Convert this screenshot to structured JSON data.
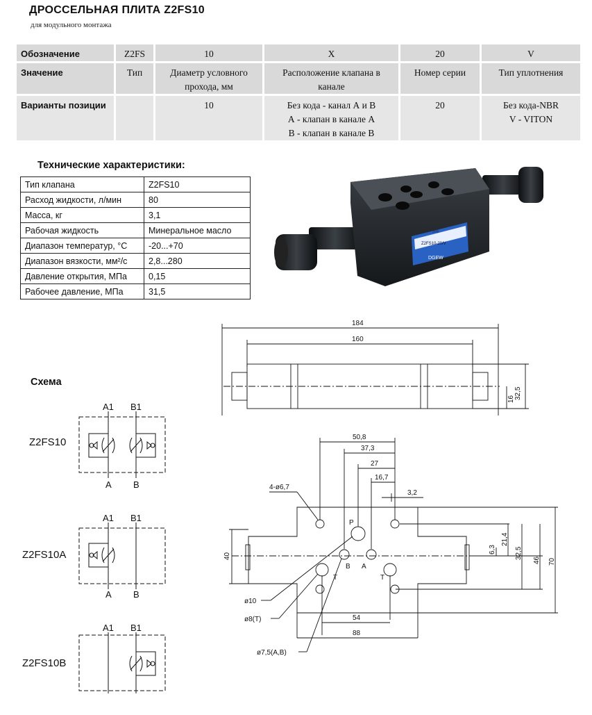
{
  "header": {
    "title": "ДРОССЕЛЬНАЯ ПЛИТА Z2FS10",
    "subtitle": "для модульного монтажа"
  },
  "designation": {
    "rows": [
      {
        "label": "Обозначение",
        "cells": [
          "Z2FS",
          "10",
          "X",
          "20",
          "V"
        ]
      },
      {
        "label": "Значение",
        "cells": [
          "Тип",
          "Диаметр условного прохода, мм",
          "Расположение клапана в канале",
          "Номер серии",
          "Тип уплотнения"
        ]
      },
      {
        "label": "Варианты позиции",
        "cells": [
          "",
          "10",
          "Без кода - канал А и В\nА - клапан в канале А\nВ - клапан в канале В",
          "20",
          "Без кода-NBR\nV - VITON"
        ]
      }
    ]
  },
  "specs": {
    "title": "Технические характеристики:",
    "rows": [
      {
        "k": "Тип клапана",
        "v": "Z2FS10"
      },
      {
        "k": "Расход жидкости, л/мин",
        "v": "80"
      },
      {
        "k": "Масса, кг",
        "v": "3,1"
      },
      {
        "k": "Рабочая жидкость",
        "v": "Минеральное масло"
      },
      {
        "k": "Диапазон температур, °С",
        "v": "-20...+70"
      },
      {
        "k": "Диапазон вязкости, мм²/с",
        "v": "2,8...280"
      },
      {
        "k": "Давление открытия, МПа",
        "v": "0,15"
      },
      {
        "k": "Рабочее давление, МПа",
        "v": "31,5"
      }
    ]
  },
  "scheme": {
    "title": "Схема",
    "items": [
      {
        "name": "Z2FS10",
        "top_ports": [
          "A1",
          "B1"
        ],
        "bottom_ports": [
          "A",
          "B"
        ]
      },
      {
        "name": "Z2FS10A",
        "top_ports": [
          "A1",
          "B1"
        ],
        "bottom_ports": [
          "A",
          "B"
        ]
      },
      {
        "name": "Z2FS10B",
        "top_ports": [
          "A1",
          "B1"
        ],
        "bottom_ports": []
      }
    ]
  },
  "drawing_side": {
    "dims": [
      "184",
      "160",
      "32,5",
      "16"
    ]
  },
  "drawing_top": {
    "dims": [
      "50,8",
      "37,3",
      "27",
      "16,7",
      "3,2",
      "4-ø6,7",
      "6,3",
      "21,4",
      "32,5",
      "46",
      "70",
      "40",
      "54",
      "88"
    ],
    "callouts": [
      "ø10",
      "ø8(T)",
      "ø7,5(A,B)"
    ],
    "ports": [
      "P",
      "B",
      "A",
      "T",
      "T"
    ]
  },
  "photo": {
    "plate_label_small": "ZFE",
    "plate_label_main": "Z2FS10-20/V",
    "plate_brand": "DGEW"
  }
}
